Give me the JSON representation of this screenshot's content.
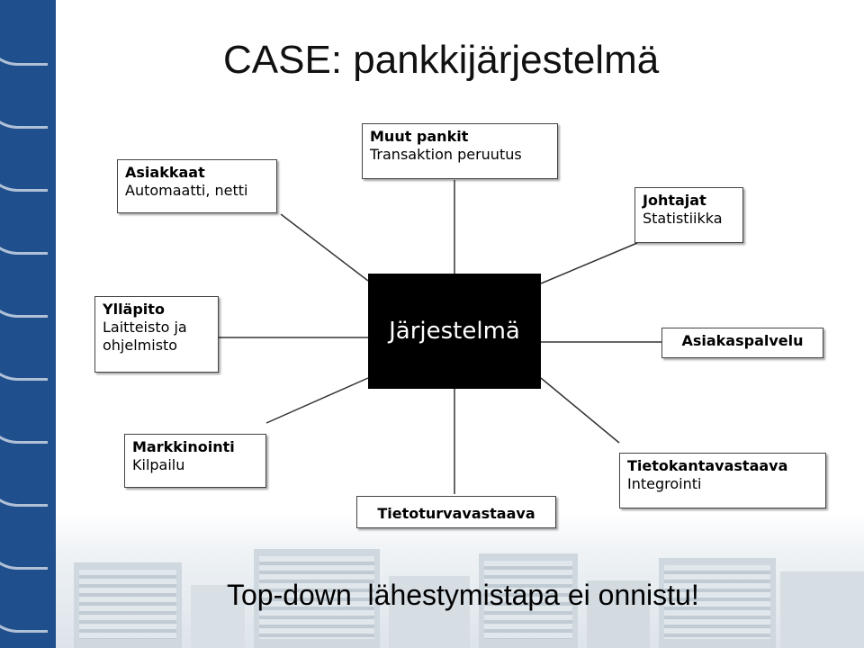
{
  "title": "CASE: pankkijärjestelmä",
  "center": "Järjestelmä",
  "nodes": {
    "asiakkaat": {
      "label": "Asiakkaat",
      "sub": "Automaatti, netti"
    },
    "muut_pankit": {
      "label": "Muut pankit",
      "sub": "Transaktion peruutus"
    },
    "johtajat": {
      "label": "Johtajat",
      "sub": "Statistiikka"
    },
    "yllapito": {
      "label": "Ylläpito",
      "sub1": "Laitteisto ja",
      "sub2": "ohjelmisto"
    },
    "asiakaspalvelu": {
      "label": "Asiakaspalvelu"
    },
    "markkinointi": {
      "label": "Markkinointi",
      "sub": "Kilpailu"
    },
    "tietoturva": {
      "label": "Tietoturvavastaava"
    },
    "tietokanta": {
      "label": "Tietokantavastaava",
      "sub": "Integrointi"
    }
  },
  "footer": "Top-down  lähestymistapa ei onnistu!",
  "colors": {
    "stripe": "#1f4f8c",
    "core": "#000000",
    "line": "#333333"
  }
}
